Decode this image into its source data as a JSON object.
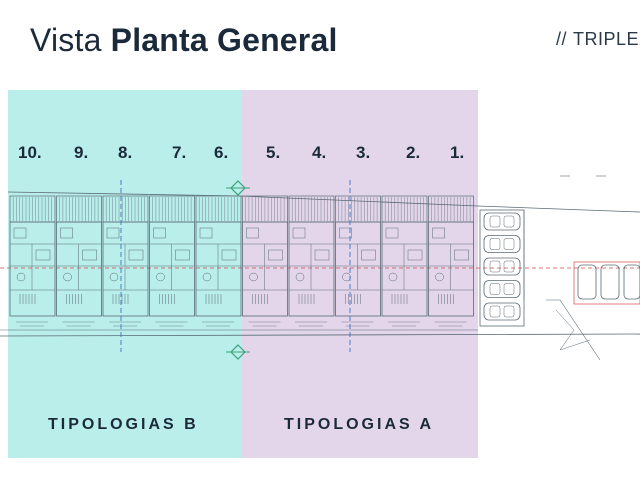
{
  "header": {
    "title_prefix": "Vista",
    "title_bold": "Planta General",
    "slashes": "//",
    "project": "TRIPLEX"
  },
  "zones": {
    "b": {
      "label": "TIPOLOGIAS B",
      "color": "#b9eeea"
    },
    "a": {
      "label": "TIPOLOGIAS A",
      "color": "#e3d6ea"
    }
  },
  "unit_numbers": [
    "10.",
    "9.",
    "8.",
    "7.",
    "6.",
    "5.",
    "4.",
    "3.",
    "2.",
    "1."
  ],
  "colors": {
    "text_dark": "#1b2a3a",
    "plan_lines": "#5b6b76",
    "axis_blue": "#3a6fd8",
    "property_line_red": "#d24a4a",
    "marker_green": "#3aa37a"
  }
}
